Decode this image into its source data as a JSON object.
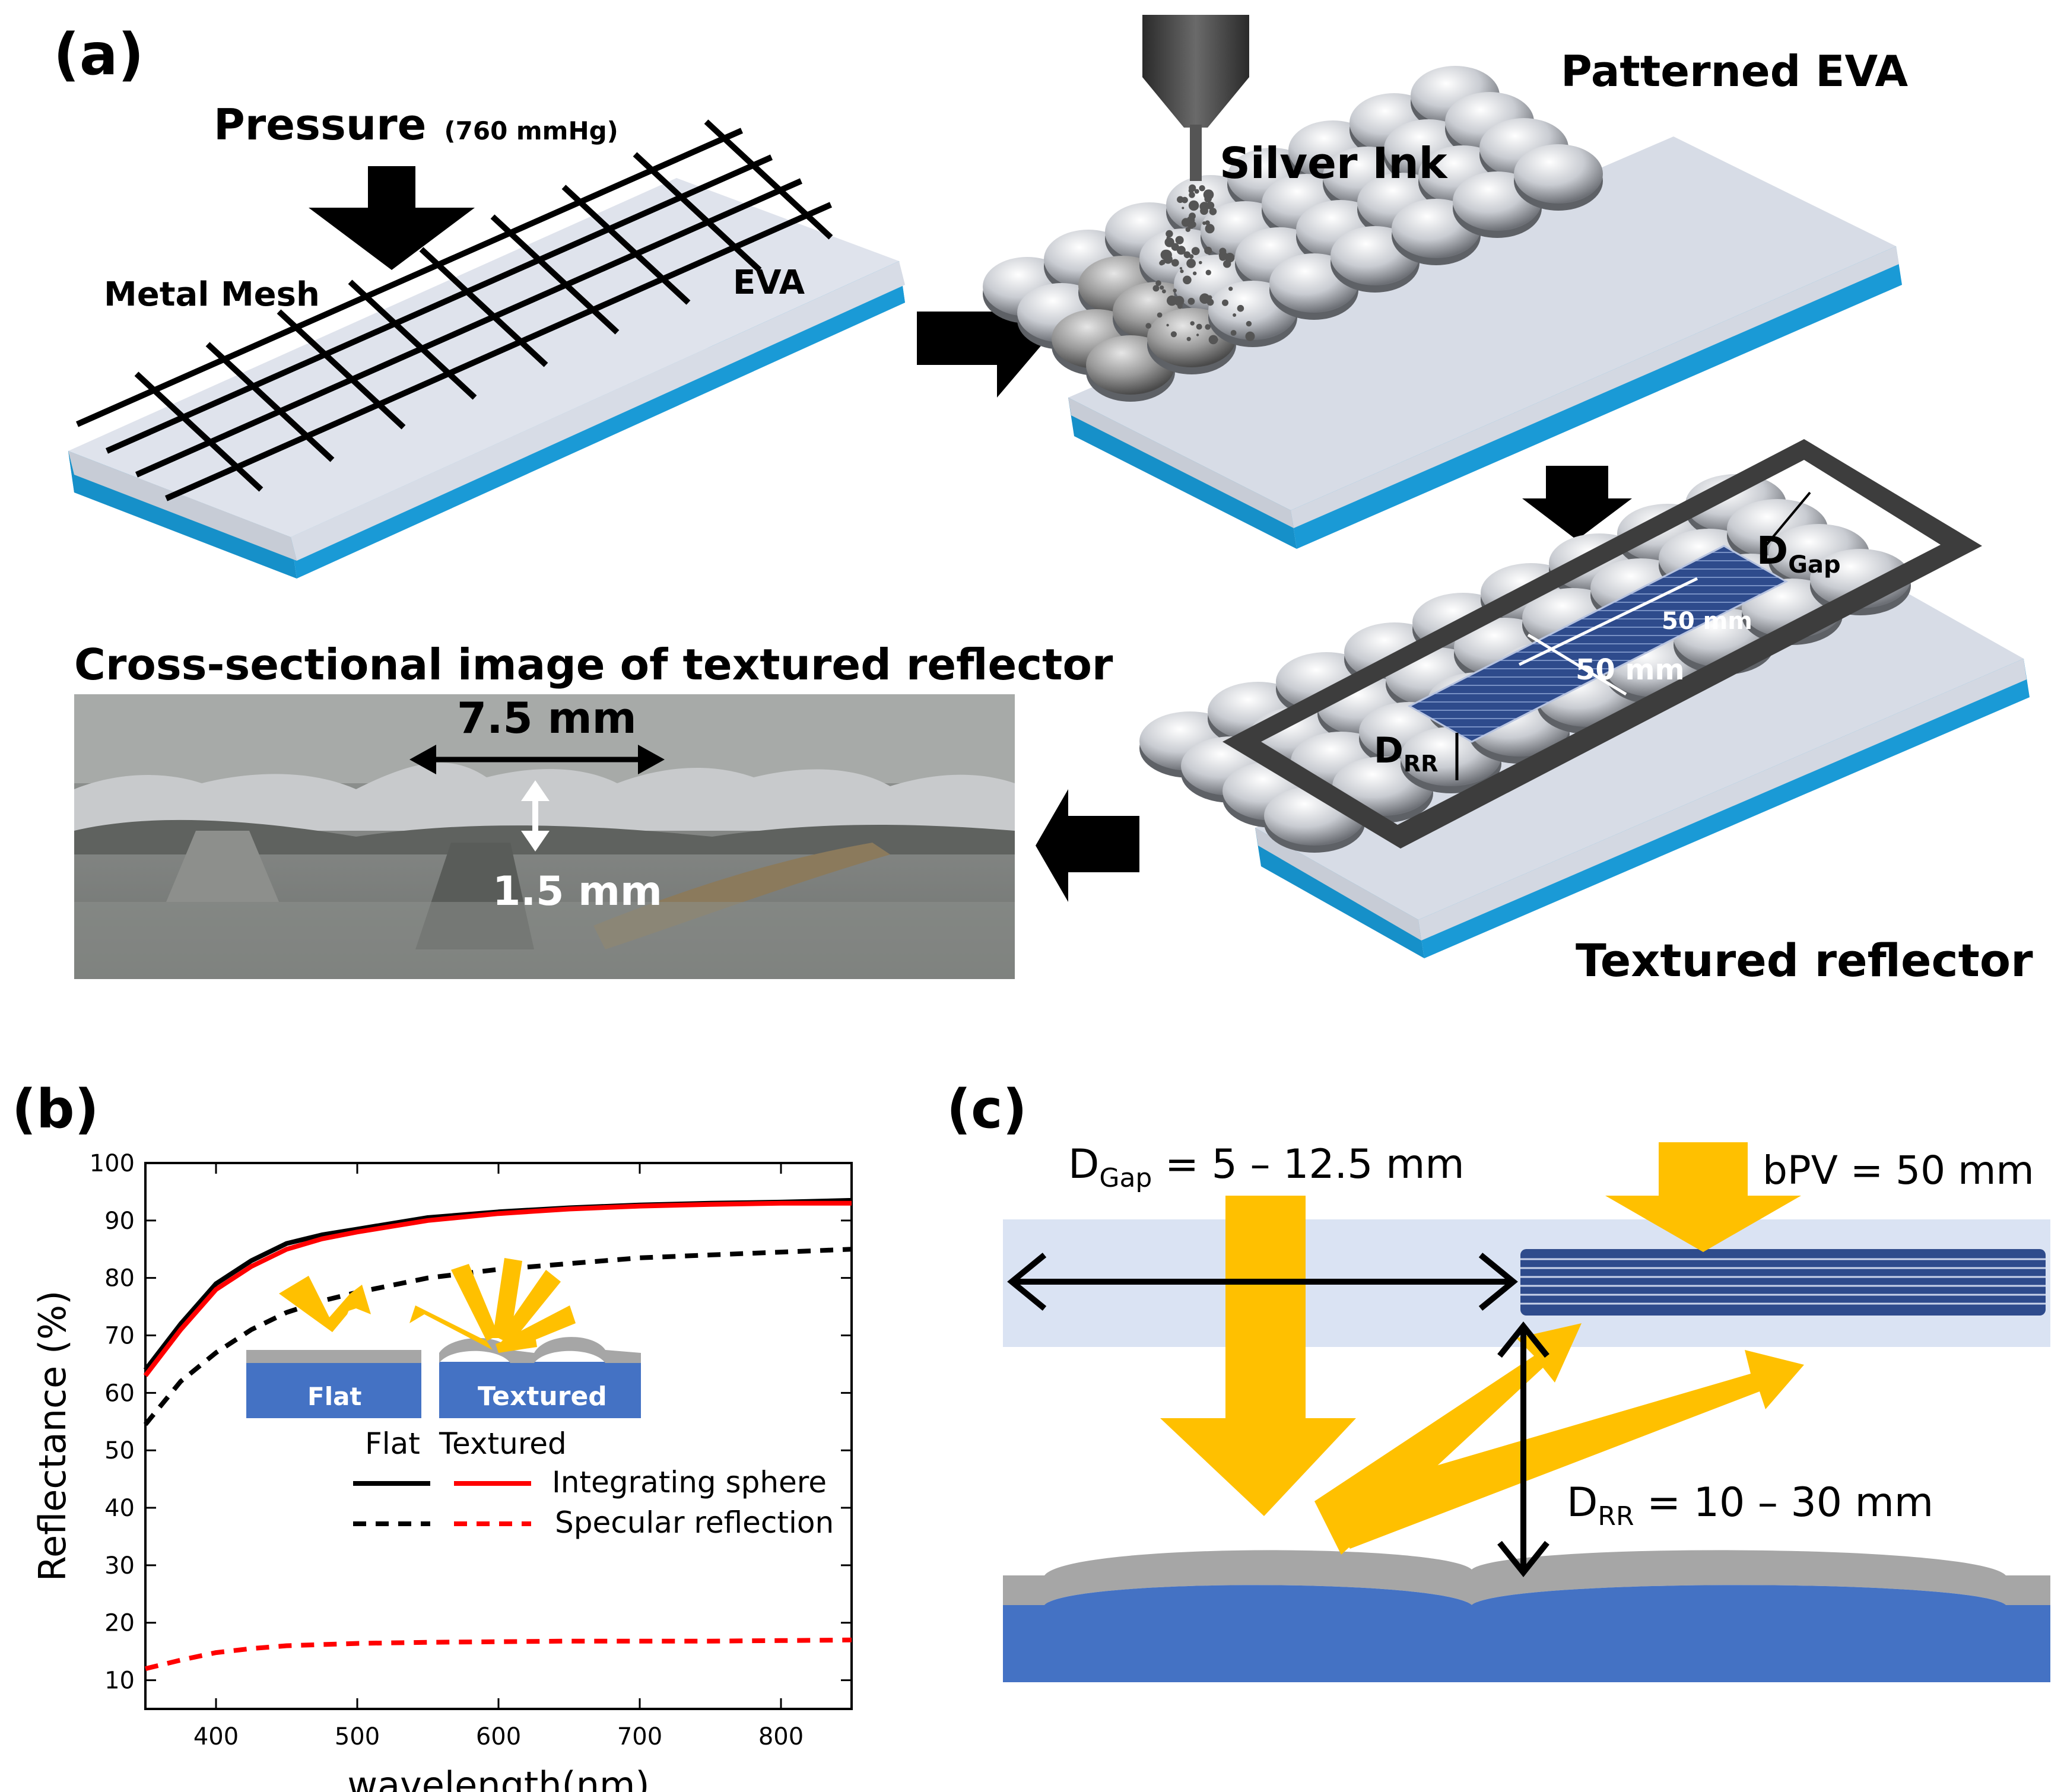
{
  "panel_a": {
    "label": "(a)",
    "pressure": "Pressure",
    "pressure_value": "(760 mmHg)",
    "metal_mesh": "Metal Mesh",
    "eva": "EVA",
    "silver_ink": "Silver Ink",
    "patterned_eva": "Patterned EVA",
    "d_gap": "D",
    "d_gap_sub": "Gap",
    "dim_50_a": "50 mm",
    "dim_50_b": "50 mm",
    "d_rr": "D",
    "d_rr_sub": "RR",
    "textured_reflector": "Textured reflector",
    "cross_title": "Cross-sectional image of textured reflector",
    "width_75": "7.5 mm",
    "height_15": "1.5 mm"
  },
  "panel_b": {
    "label": "(b)",
    "inset_flat": "Flat",
    "inset_textured": "Textured",
    "legend_flat": "Flat",
    "legend_textured": "Textured",
    "legend_integrating": "Integrating sphere",
    "legend_specular": "Specular reflection"
  },
  "panel_c": {
    "label": "(c)",
    "d_gap": "D",
    "d_gap_sub": "Gap",
    "d_gap_value": " = 5 – 12.5 mm",
    "bpv": "bPV = 50 mm",
    "d_rr": "D",
    "d_rr_sub": "RR",
    "d_rr_value": " = 10 – 30 mm"
  },
  "colors": {
    "blue_layer": "#1a9ad6",
    "eva_top": "#dde3ec",
    "solar_cell": "#2e4b8c",
    "sun_arrow": "#ffc000",
    "substrate_blue": "#4472c4",
    "silver": "#a6a6a6",
    "red": "#ff0000"
  },
  "chart_data": {
    "type": "line",
    "xlabel": "wavelength(nm)",
    "ylabel": "Reflectance (%)",
    "xlim": [
      350,
      850
    ],
    "ylim": [
      5,
      100
    ],
    "xticks": [
      400,
      500,
      600,
      700,
      800
    ],
    "yticks": [
      10,
      20,
      30,
      40,
      50,
      60,
      70,
      80,
      90,
      100
    ],
    "x": [
      350,
      375,
      400,
      425,
      450,
      475,
      500,
      550,
      600,
      650,
      700,
      750,
      800,
      850
    ],
    "series": [
      {
        "name": "Flat Integrating sphere",
        "color": "#000000",
        "dash": false,
        "values": [
          64,
          72,
          79,
          83,
          86,
          87.5,
          88.5,
          90.5,
          91.5,
          92.2,
          92.7,
          93,
          93.2,
          93.5
        ]
      },
      {
        "name": "Textured Integrating sphere",
        "color": "#ff0000",
        "dash": false,
        "values": [
          63,
          71,
          78,
          82,
          85,
          86.8,
          88,
          90,
          91.2,
          92,
          92.5,
          92.8,
          93,
          93
        ]
      },
      {
        "name": "Flat Specular reflection",
        "color": "#000000",
        "dash": true,
        "values": [
          54.5,
          62,
          67,
          71,
          74,
          76,
          77.5,
          80,
          81.5,
          82.5,
          83.5,
          84,
          84.5,
          85
        ]
      },
      {
        "name": "Textured Specular reflection",
        "color": "#ff0000",
        "dash": true,
        "values": [
          12,
          13.5,
          14.8,
          15.5,
          16,
          16.2,
          16.4,
          16.6,
          16.7,
          16.8,
          16.8,
          16.8,
          16.9,
          17
        ]
      }
    ]
  }
}
